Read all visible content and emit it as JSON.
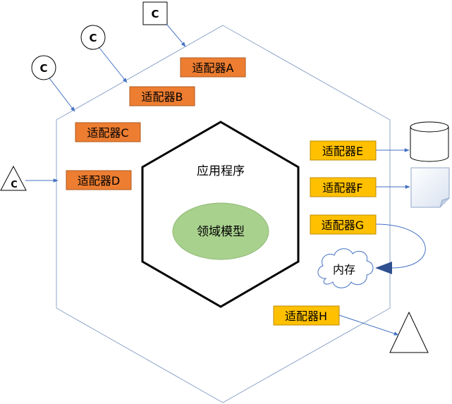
{
  "diagram": {
    "inner": {
      "title": "应用程序",
      "core": "领域模型"
    },
    "adapters_driving": [
      {
        "id": "A",
        "label": "适配器A"
      },
      {
        "id": "B",
        "label": "适配器B"
      },
      {
        "id": "C",
        "label": "适配器C"
      },
      {
        "id": "D",
        "label": "适配器D"
      }
    ],
    "adapters_driven": [
      {
        "id": "E",
        "label": "适配器E"
      },
      {
        "id": "F",
        "label": "适配器F"
      },
      {
        "id": "G",
        "label": "适配器G"
      },
      {
        "id": "H",
        "label": "适配器H"
      }
    ],
    "clients": [
      {
        "shape": "square",
        "label": "C"
      },
      {
        "shape": "circle",
        "label": "C"
      },
      {
        "shape": "circle",
        "label": "C"
      },
      {
        "shape": "triangle",
        "label": "C"
      }
    ],
    "targets": {
      "database": "database-icon",
      "document": "document-icon",
      "memory": "内存",
      "triangle": "triangle-icon"
    },
    "colors": {
      "driving_fill": "#ED7D31",
      "driving_stroke": "#AE5A21",
      "driven_fill": "#FFC000",
      "driven_stroke": "#BC8C00",
      "core_fill": "#A9D18E",
      "arrow": "#4472C4",
      "outer_hex": "#8FA6C9"
    }
  }
}
